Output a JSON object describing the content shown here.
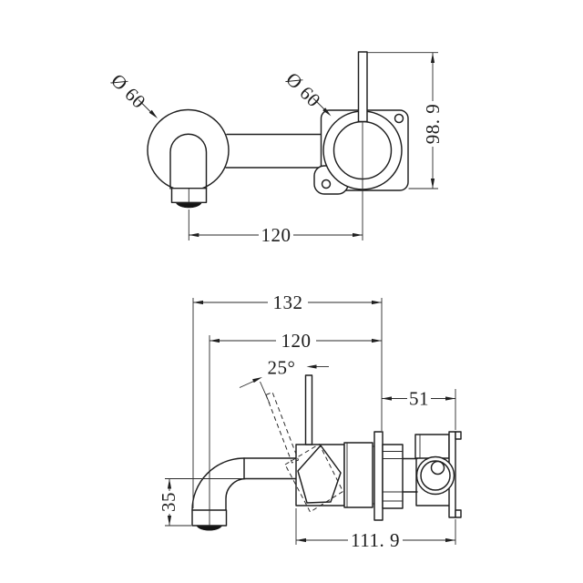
{
  "page": {
    "background": "#ffffff",
    "ink_color": "#1f1f1f",
    "description": "Technical dimension drawing, wall basin mixer, front and side views"
  },
  "front_view": {
    "spout_flange_diameter": "Ø 60",
    "mixer_flange_diameter": "Ø 60",
    "centre_distance": "120",
    "overall_height": "98. 9"
  },
  "side_view": {
    "overall_projection": "132",
    "spout_projection": "120",
    "handle_angle": "25°",
    "inwall_depth": "51",
    "spout_drop": "35",
    "body_length": "111. 9"
  }
}
